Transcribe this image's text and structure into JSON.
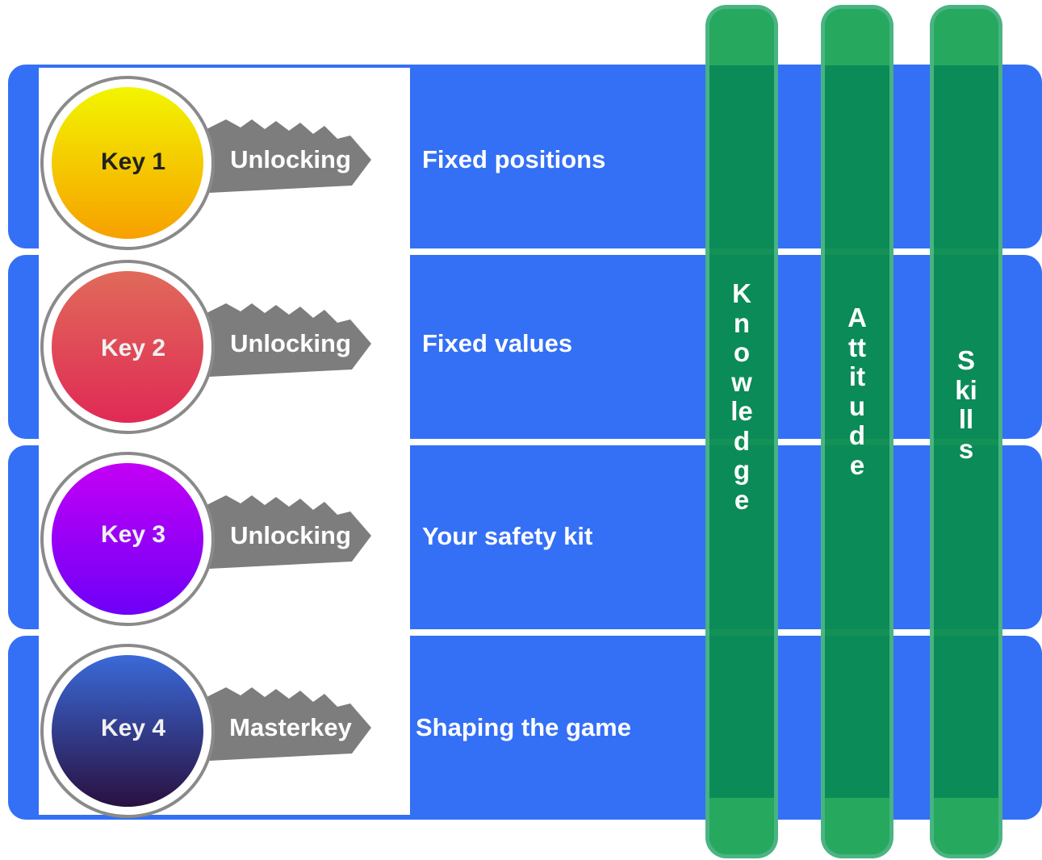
{
  "rows": [
    {
      "key": "Key 1",
      "blade": "Unlocking",
      "description": "Fixed positions",
      "colors": [
        "#f2f500",
        "#f7a000"
      ]
    },
    {
      "key": "Key 2",
      "blade": "Unlocking",
      "description": "Fixed values",
      "colors": [
        "#e06a5a",
        "#e02a55"
      ]
    },
    {
      "key": "Key 3",
      "blade": "Unlocking",
      "description": "Your safety kit",
      "colors": [
        "#c300f5",
        "#6e00f7"
      ]
    },
    {
      "key": "Key 4",
      "blade": "Masterkey",
      "description": "Shaping the game",
      "colors": [
        "#3a6ad8",
        "#2a1040"
      ]
    }
  ],
  "pillars": [
    {
      "label": "Knowledge"
    },
    {
      "label": "Attitude"
    },
    {
      "label": "Skills"
    }
  ]
}
